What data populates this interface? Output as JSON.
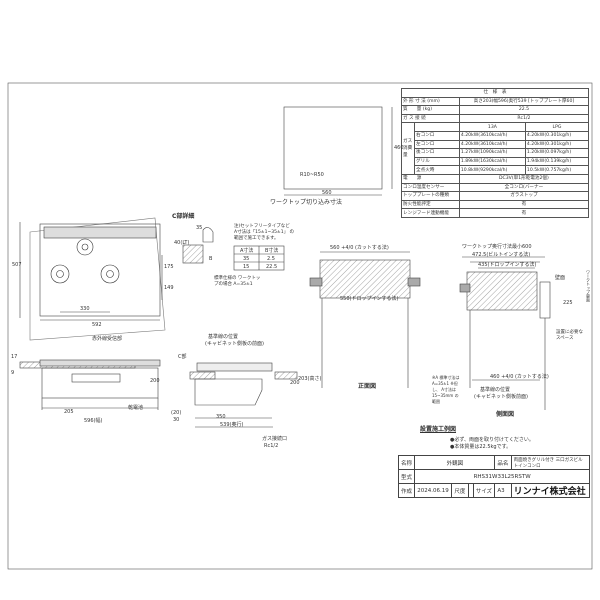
{
  "spec_table": {
    "title": "仕　様　表",
    "rows": [
      {
        "label": "外 形 寸 法 (mm)",
        "value": "高さ203(幅596)奥行539 [トッププレート厚60]"
      },
      {
        "label": "質　　量 (kg)",
        "value": "22.5"
      },
      {
        "label": "ガ ス 接 続",
        "value": "Rc1/2"
      }
    ],
    "gas_header": {
      "group": "ガス消費量",
      "col1": "13A",
      "col2": "LPG"
    },
    "gas_rows": [
      {
        "label": "右コンロ",
        "a": "4.20kW(3610kcal/h)",
        "b": "4.20kW(0.301kg/h)"
      },
      {
        "label": "左コンロ",
        "a": "4.20kW(3610kcal/h)",
        "b": "4.20kW(0.301kg/h)"
      },
      {
        "label": "後コンロ",
        "a": "1.27kW(1090kcal/h)",
        "b": "1.20kW(0.097kg/h)"
      },
      {
        "label": "グリル",
        "a": "1.89kW(1630kcal/h)",
        "b": "1.94kW(0.139kg/h)"
      },
      {
        "label": "全点火時",
        "a": "10.8kW(9290kcal/h)",
        "b": "10.5kW(0.757kg/h)"
      }
    ],
    "rows2": [
      {
        "label": "電　　源",
        "value": "DC3V(単1形乾電池2個)"
      },
      {
        "label": "コンロ温度センサー",
        "value": "全コンロ(バーナー"
      },
      {
        "label": "トッププレートの種類",
        "value": "ガラストップ"
      },
      {
        "label": "防火性能評定",
        "value": "有"
      },
      {
        "label": "レンジフード連動機能",
        "value": "有"
      }
    ]
  },
  "cutout": {
    "title": "ワークトップ切り込み寸法",
    "w": "560",
    "d": "460",
    "r": "R10~R50"
  },
  "plan": {
    "depth": "507",
    "d1": "175",
    "d2": "149",
    "w1": "330",
    "w2": "592"
  },
  "detail_c": {
    "title": "C部詳細",
    "dim": "35",
    "dim2": "40(LT)",
    "note": "注)セットフリータイプなど A寸法は「15±1~35±1」 の範囲で施工できます。",
    "headers": [
      "A寸法",
      "B寸法"
    ],
    "rows": [
      [
        "35",
        "2.5"
      ],
      [
        "15",
        "22.5"
      ]
    ],
    "std_note": "標準仕様の ワークトップの場合 A=35±1",
    "b_label": "B"
  },
  "front": {
    "label_ir": "赤外線受信部",
    "label_battery": "乾電池",
    "h1": "17",
    "h2": "9",
    "h3": "200",
    "w1": "205",
    "w2": "596(幅)"
  },
  "side": {
    "label_ref": "基準線の位置",
    "label_ref2": "(キャビネット側板の前面)",
    "c_label": "C部",
    "h1": "200",
    "h2": "203(高さ)",
    "d1": "(20)",
    "d2": "30",
    "d3": "350",
    "d4": "539(奥行)",
    "gas": "ガス接続口",
    "gas2": "Rc1/2"
  },
  "section_front": {
    "cut": "560 +4/0 (カットする法)",
    "drop": "550(ドロップインする法)",
    "title": "正面図"
  },
  "section_side": {
    "top": "ワークトップ奥行寸法最小600",
    "builtin": "472.5(ビルトインする法)",
    "drop": "435(ドロップインする法)",
    "wall": "壁面",
    "space": "設置に必要な スペース",
    "h": "225",
    "cut": "460 +4/0 (カットする法)",
    "a_note": "※A 標準寸法は A=35±1 ※但し、 A寸法は 15~35mm の範囲",
    "ref": "基準線の位置",
    "ref2": "(キャビネット側板前面)",
    "title": "側面図",
    "vlabel": "ワークトップ裏面"
  },
  "install": {
    "title": "設置施工例図",
    "note1": "●必ず、両面を取り付けてください。",
    "note2": "●本体質量は22.5kgです。"
  },
  "title_block": {
    "name_label": "名称",
    "name": "外観図",
    "product_label": "品名",
    "product": "両面焼きグリル付き 三口ガスビルトインコンロ",
    "model_label": "型式",
    "model": "RHS31W33L25RSTW",
    "date_label": "作成",
    "date": "2024.06.19",
    "scale_label": "尺度",
    "scale": "",
    "size_label": "サイズ",
    "size": "A3",
    "company": "リンナイ株式会社"
  }
}
